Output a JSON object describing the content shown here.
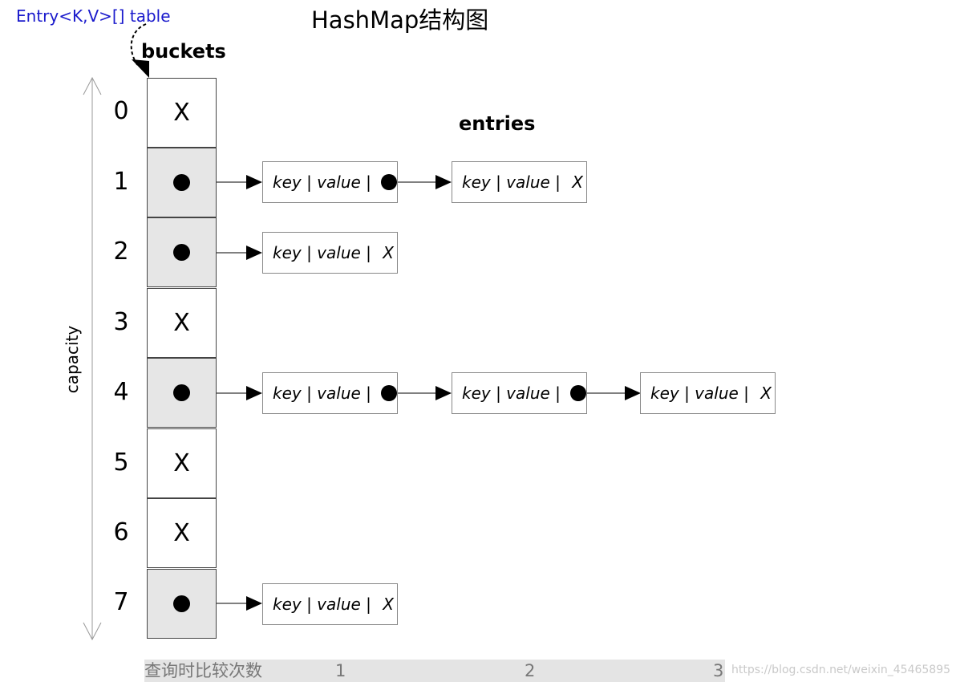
{
  "header": {
    "table_label": "Entry<K,V>[] table",
    "title": "HashMap结构图",
    "buckets_label": "buckets",
    "entries_label": "entries",
    "capacity_label": "capacity"
  },
  "buckets": [
    {
      "index": "0",
      "filled": false,
      "null_label": "X"
    },
    {
      "index": "1",
      "filled": true,
      "null_label": ""
    },
    {
      "index": "2",
      "filled": true,
      "null_label": ""
    },
    {
      "index": "3",
      "filled": false,
      "null_label": "X"
    },
    {
      "index": "4",
      "filled": true,
      "null_label": ""
    },
    {
      "index": "5",
      "filled": false,
      "null_label": "X"
    },
    {
      "index": "6",
      "filled": false,
      "null_label": "X"
    },
    {
      "index": "7",
      "filled": true,
      "null_label": ""
    }
  ],
  "entry": {
    "text": "key | value | ",
    "null_label": "X"
  },
  "footer": {
    "label": "查询时比较次数",
    "counts": [
      "1",
      "2",
      "3"
    ],
    "watermark": "https://blog.csdn.net/weixin_45465895"
  }
}
